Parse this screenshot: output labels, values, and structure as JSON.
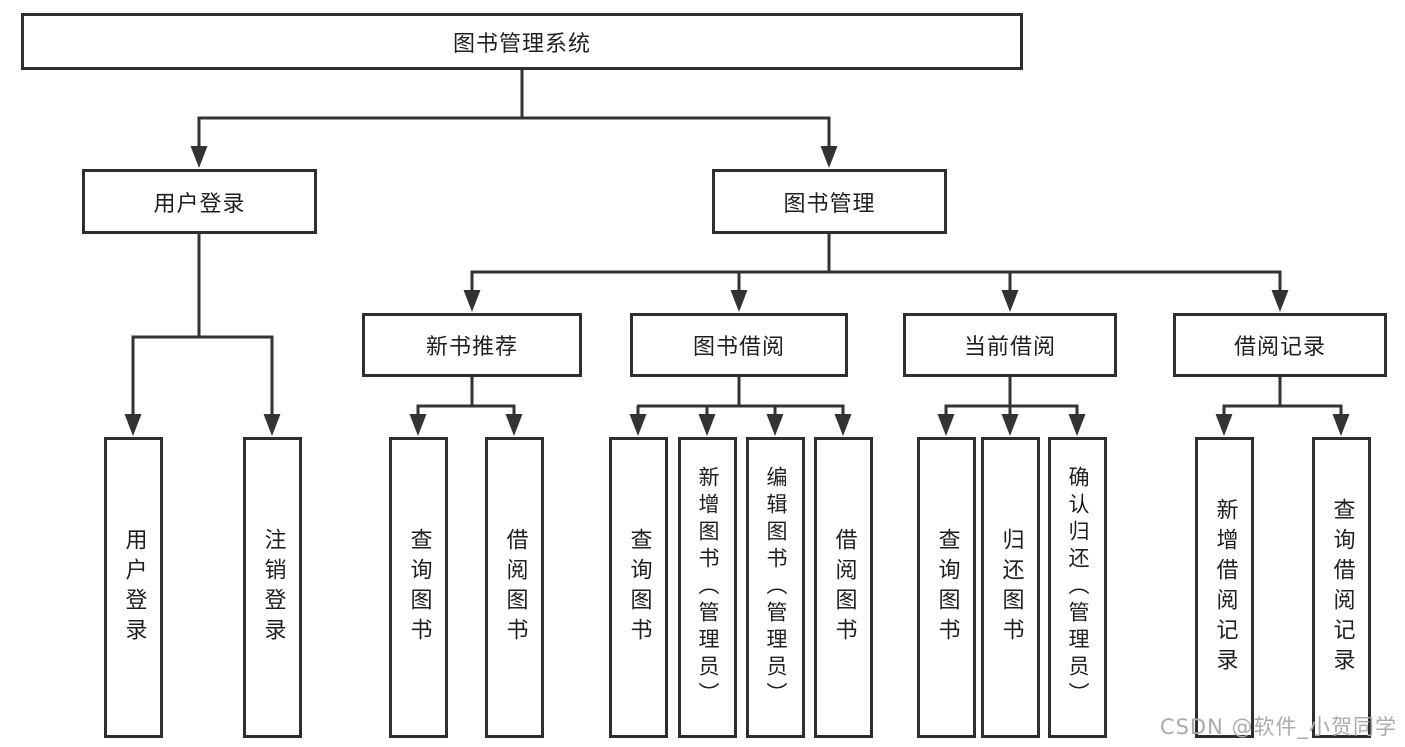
{
  "colors": {
    "background": "#ffffff",
    "line": "#333333",
    "box_border": "#2e2e2e",
    "text": "#1f1f1f",
    "watermark": "#ababab"
  },
  "diagram": {
    "root": {
      "label": "图书管理系统"
    },
    "level2": {
      "user_login": {
        "label": "用户登录"
      },
      "book_management": {
        "label": "图书管理"
      }
    },
    "level3": {
      "new_book_recommend": {
        "label": "新书推荐"
      },
      "book_borrow": {
        "label": "图书借阅"
      },
      "current_borrow": {
        "label": "当前借阅"
      },
      "borrow_records": {
        "label": "借阅记录"
      }
    },
    "leaves": {
      "user_login": {
        "label": "用户登录"
      },
      "logout_login": {
        "label": "注销登录"
      },
      "recommend_query_book": {
        "label": "查询图书"
      },
      "recommend_borrow_book": {
        "label": "借阅图书"
      },
      "borrow_query_book": {
        "label": "查询图书"
      },
      "borrow_add_book": {
        "label": "新增图书（管理员）"
      },
      "borrow_edit_book": {
        "label": "编辑图书（管理员）"
      },
      "borrow_borrow_book": {
        "label": "借阅图书"
      },
      "current_query_book": {
        "label": "查询图书"
      },
      "current_return_book": {
        "label": "归还图书"
      },
      "current_confirm_return": {
        "label": "确认归还（管理员）"
      },
      "records_add_record": {
        "label": "新增借阅记录"
      },
      "records_query_record": {
        "label": "查询借阅记录"
      }
    }
  },
  "watermark": {
    "text": "CSDN @软件_小贺同学"
  }
}
